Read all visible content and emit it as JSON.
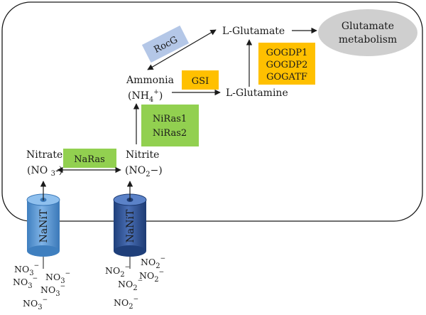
{
  "nodes": {
    "l_glutamate": "L-Glutamate",
    "glutamate_metabolism_line1": "Glutamate",
    "glutamate_metabolism_line2": "metabolism",
    "ammonia": "Ammonia",
    "ammonium_base": "(NH",
    "ammonium_sub": "4",
    "ammonium_sup": "+",
    "ammonium_close": ")",
    "l_glutamine": "L-Glutamine",
    "nitrate": "Nitrate",
    "nitrate_formula_a": "(NO ",
    "nitrate_formula_sub": "3",
    "nitrate_formula_b": "-)",
    "nitrite": "Nitrite",
    "nitrite_formula_a": "(NO",
    "nitrite_formula_sub": "2",
    "nitrite_formula_b": "−)"
  },
  "enzymes": {
    "rocg": "RocG",
    "gsi": "GSI",
    "gogat_1": "GOGDP1",
    "gogat_2": "GOGDP2",
    "gogat_3": "GOGATF",
    "niras_1": "NiRas1",
    "niras_2": "NiRas2",
    "naras": "NaRas"
  },
  "transporters": {
    "left": "NaNiT",
    "right": "NaNiT"
  },
  "ions": {
    "no3_base": "NO",
    "no3_sub": "3",
    "no3_sup": "−",
    "no2_base": "NO",
    "no2_sub": "2",
    "no2_sup": "−"
  },
  "colors": {
    "cell_border": "#1a1a1a",
    "metabolism_ellipse": "#cfcfcf",
    "rocg_box": "#b4c7e7",
    "orange_box": "#ffc000",
    "green_box": "#92d050",
    "transporter_light": "#5b9bd5",
    "transporter_dark": "#2f5597"
  }
}
